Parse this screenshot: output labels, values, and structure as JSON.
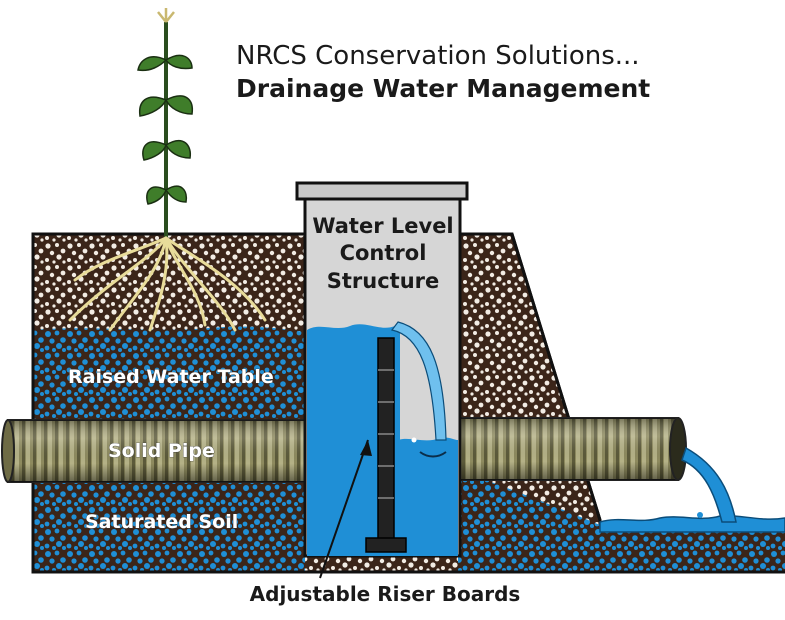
{
  "title": {
    "line1": "NRCS Conservation Solutions...",
    "line2": "Drainage Water Management"
  },
  "labels": {
    "structure_line1": "Water Level",
    "structure_line2": "Control",
    "structure_line3": "Structure",
    "raised_water_table": "Raised Water Table",
    "solid_pipe": "Solid Pipe",
    "saturated_soil": "Saturated Soil",
    "riser_boards": "Adjustable Riser Boards"
  },
  "colors": {
    "soil": "#3a2418",
    "water": "#1f8fd6",
    "water_light": "#6fc0ee",
    "pipe": "#8c8a60",
    "structure": "#d6d6d6",
    "outline": "#111111"
  }
}
